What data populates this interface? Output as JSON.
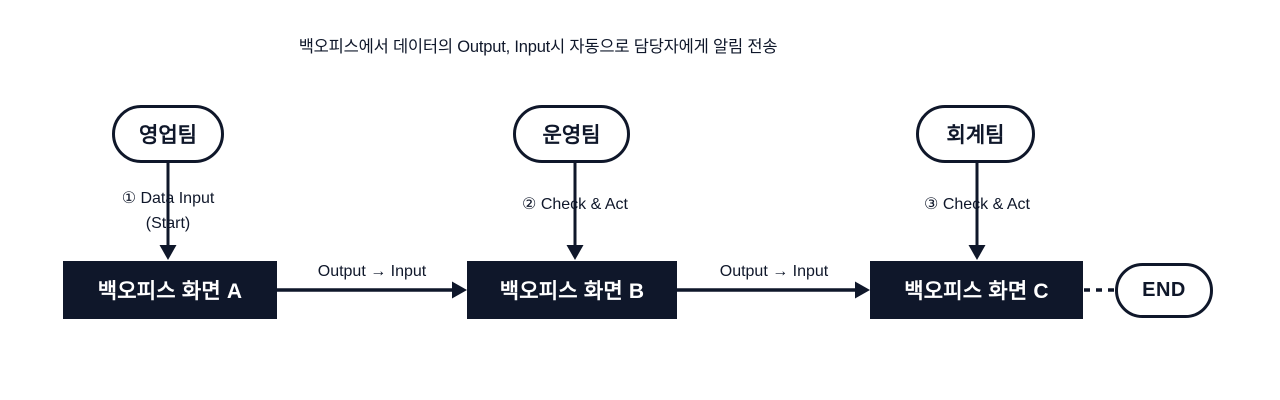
{
  "diagram": {
    "title": "백오피스에서 데이터의 Output, Input시 자동으로 담당자에게 알림 전송",
    "teams": [
      {
        "label": "영업팀"
      },
      {
        "label": "운영팀"
      },
      {
        "label": "회계팀"
      }
    ],
    "screens": [
      {
        "label": "백오피스 화면 A"
      },
      {
        "label": "백오피스 화면 B"
      },
      {
        "label": "백오피스 화면 C"
      }
    ],
    "steps": [
      {
        "line1": "① Data Input",
        "line2": "(Start)"
      },
      {
        "line1": "② Check & Act",
        "line2": ""
      },
      {
        "line1": "③ Check & Act",
        "line2": ""
      }
    ],
    "flows": [
      {
        "label": "Output → Input"
      },
      {
        "label": "Output → Input"
      }
    ],
    "terminator": {
      "label": "END"
    },
    "colors": {
      "ink": "#0f172a",
      "box_fill": "#0f172a",
      "box_text": "#ffffff",
      "background": "#ffffff"
    }
  }
}
